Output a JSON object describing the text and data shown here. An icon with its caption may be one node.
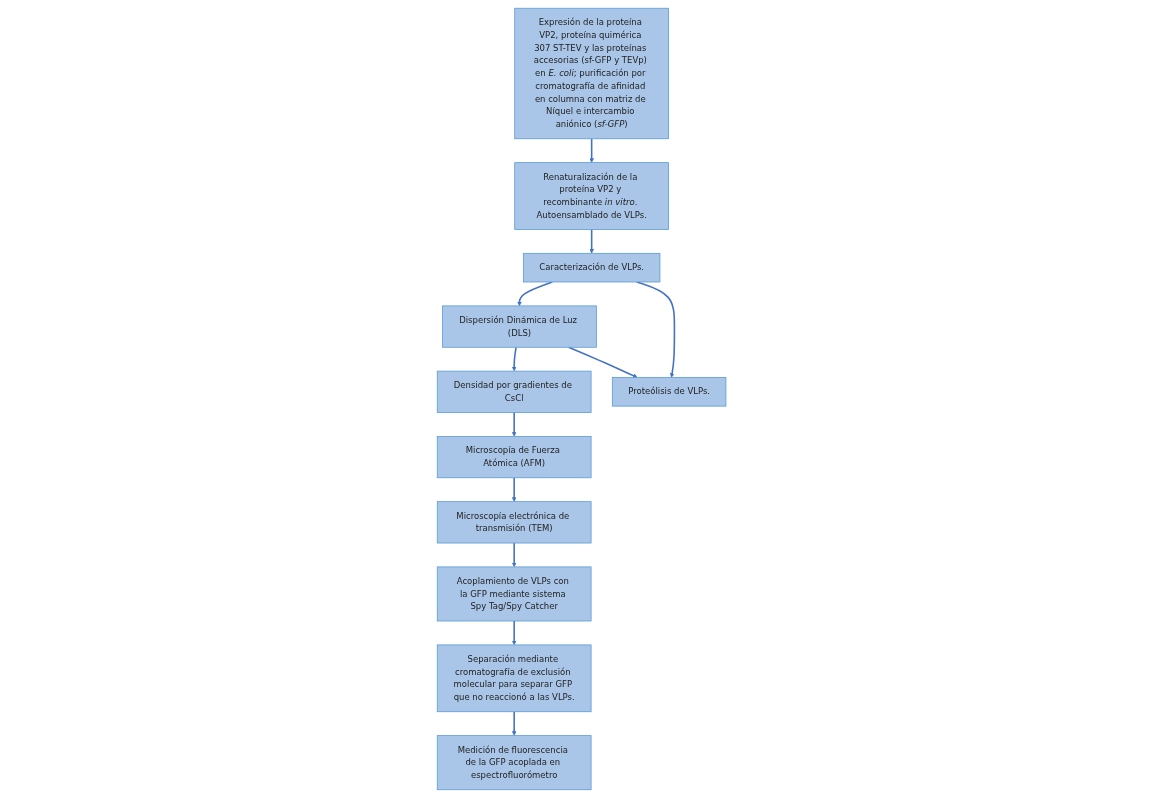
{
  "diagram": {
    "nodes": [
      {
        "text": [
          "Expresión de la proteína VP2, proteína quimérica 307 ST-TEV y las proteínas accesorias (sf-GFP y TEVp) en *E. coli*; purificación por cromatografía de afinidad en columna con matriz de Níquel e intercambio aniónico (*sf-GFP*)"
        ]
      },
      {
        "text": [
          "Renaturalización de la proteína VP2 y recombinante *in vitro*. Autoensamblado de VLPs."
        ]
      },
      {
        "text": [
          "Caracterización de VLPs."
        ]
      },
      {
        "text": [
          "Dispersión Dinámica de Luz (DLS)"
        ]
      },
      {
        "text": [
          "Densidad por gradientes de CsCl"
        ]
      },
      {
        "text": [
          "Microscopía de Fuerza Atómica (AFM)"
        ]
      },
      {
        "text": [
          "Proteólisis de VLPs."
        ]
      },
      {
        "text": [
          "Microscopía electrónica de transmisión (TEM)"
        ]
      },
      {
        "text": [
          "Acoplamiento de VLPs con la GFP mediante sistema Spy Tag/Spy Catcher"
        ]
      },
      {
        "text": [
          "Separación mediante cromatografía de exclusión molecular para separar GFP que no reaccionó a las VLPs."
        ]
      },
      {
        "text": [
          "Medición de fluorescencia de la GFP acoplada en espectrofluorómetro"
        ]
      }
    ],
    "edges": [
      {
        "from": 0,
        "to": 1,
        "arrow": "to"
      },
      {
        "from": 1,
        "to": 2,
        "arrow": "to"
      },
      {
        "from": 2,
        "to": 3,
        "arrow": "to"
      },
      {
        "from": 3,
        "to": 4,
        "arrow": "to"
      },
      {
        "from": 4,
        "to": 5,
        "arrow": "to"
      },
      {
        "from": 3,
        "to": 6,
        "arrow": "to"
      },
      {
        "from": 2,
        "to": 6,
        "arrow": "to"
      },
      {
        "from": 5,
        "to": 7,
        "arrow": "to"
      },
      {
        "from": 7,
        "to": 8,
        "arrow": "to"
      },
      {
        "from": 8,
        "to": 9,
        "arrow": "to"
      },
      {
        "from": 9,
        "to": 10,
        "arrow": "to"
      }
    ]
  }
}
